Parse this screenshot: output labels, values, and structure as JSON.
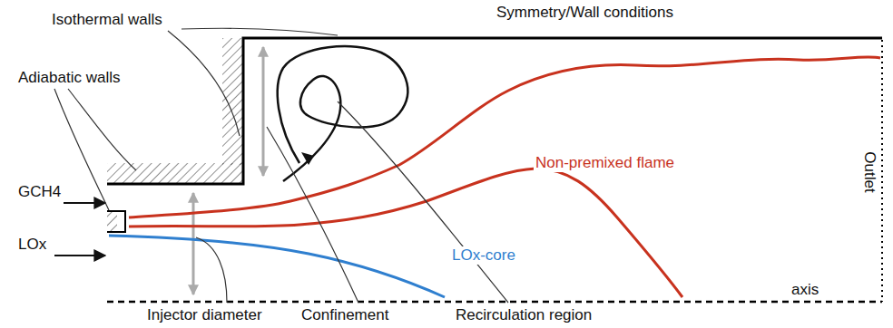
{
  "diagram": {
    "labels": [
      "Isothermal walls",
      "Symmetry/Wall conditions",
      "Adiabatic walls",
      "Non-premixed flame",
      "GCH4",
      "LOx",
      "LOx-core",
      "Outlet",
      "axis",
      "Injector diameter",
      "Confinement",
      "Recirculation region"
    ]
  }
}
